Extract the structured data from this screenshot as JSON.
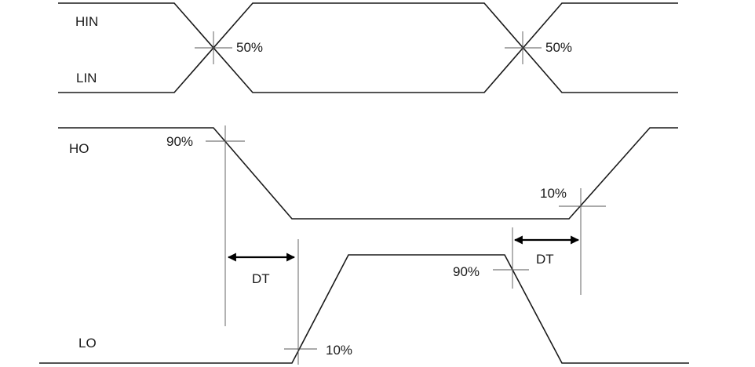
{
  "diagram": {
    "signals": {
      "hin": "HIN",
      "lin": "LIN",
      "ho": "HO",
      "lo": "LO"
    },
    "annotations": {
      "crossover_left": "50%",
      "crossover_right": "50%",
      "ho_fall_level": "90%",
      "ho_rise_level": "10%",
      "lo_rise_level": "10%",
      "lo_fall_level": "90%",
      "deadtime_left": "DT",
      "deadtime_right": "DT"
    },
    "colors": {
      "stroke": "#1a1a1a",
      "guide": "#555555",
      "background": "#ffffff"
    }
  }
}
